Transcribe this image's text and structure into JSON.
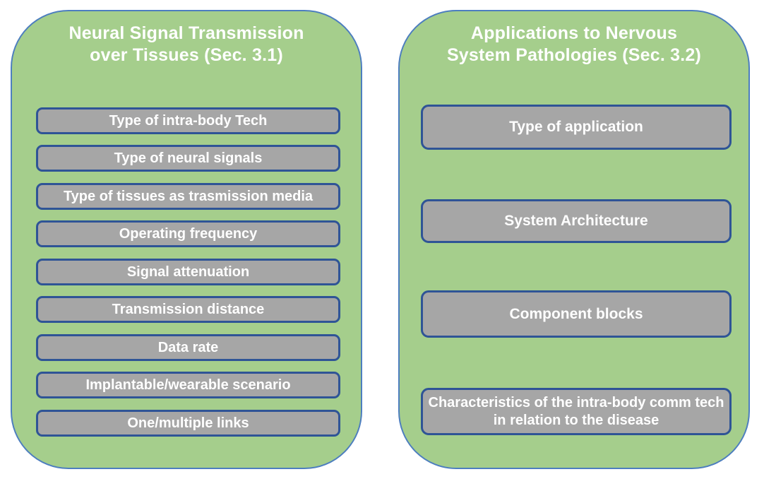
{
  "colors": {
    "green": "#a5ce8c",
    "panel-border": "#4d7ebf",
    "gray": "#a6a6a6",
    "box-border": "#2f5496",
    "text": "#ffffff"
  },
  "panels": [
    {
      "title_line1": "Neural Signal Transmission",
      "title_line2": "over Tissues (Sec. 3.1)",
      "items": [
        "Type of intra-body Tech",
        "Type of neural signals",
        "Type of tissues as trasmission media",
        "Operating frequency",
        "Signal attenuation",
        "Transmission distance",
        "Data rate",
        "Implantable/wearable scenario",
        "One/multiple links"
      ]
    },
    {
      "title_line1": "Applications to Nervous",
      "title_line2": "System Pathologies (Sec. 3.2)",
      "items": [
        "Type of application",
        "System Architecture",
        "Component blocks",
        "Characteristics of the intra-body comm tech in relation to the disease"
      ]
    }
  ]
}
